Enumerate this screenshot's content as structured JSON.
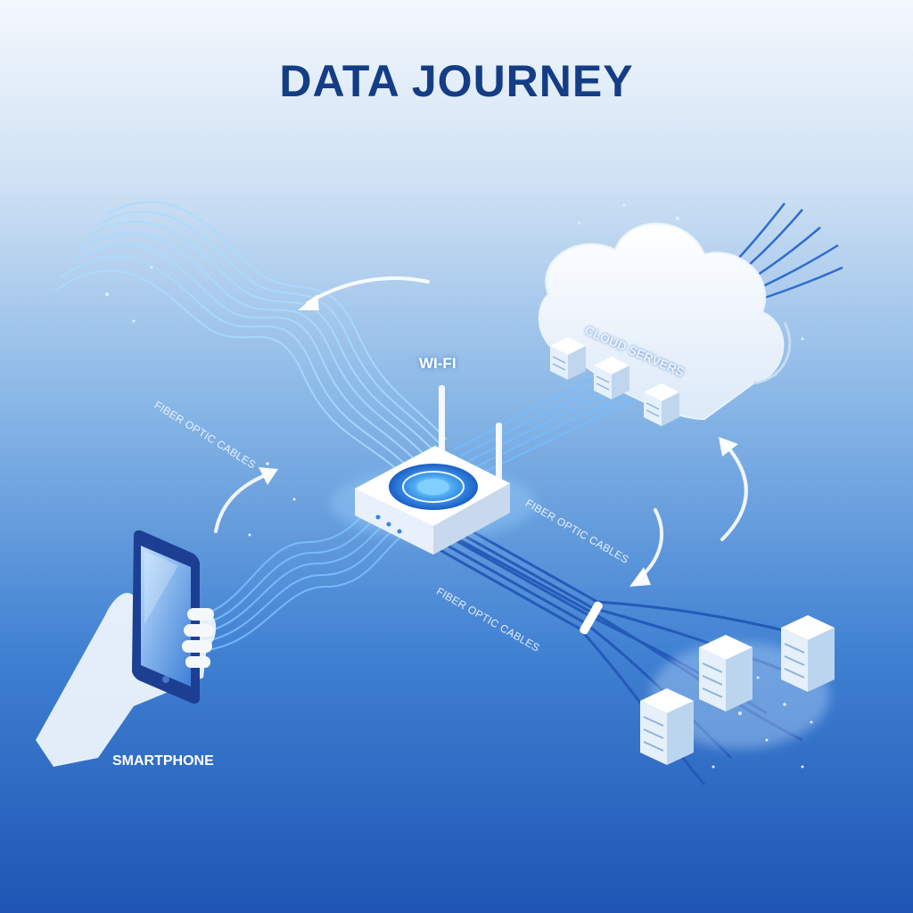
{
  "title": "DATA JOURNEY",
  "labels": {
    "wifi": "WI-FI",
    "cloud": "CLOUD SERVERS",
    "smartphone": "SMARTPHONE",
    "fiber_left": "FIBER OPTIC CABLES",
    "fiber_right": "FIBER OPTIC CABLES",
    "fiber_bottom": "FIBER OPTIC CABLES"
  },
  "icons": [
    "smartphone-icon",
    "hand-icon",
    "router-icon",
    "cloud-icon",
    "server-rack-icon",
    "arrow-icon",
    "fiber-cable-icon"
  ],
  "colors": {
    "title": "#143d86",
    "fiber_light": "#9fd6ff",
    "fiber_dark": "#1f4fb0",
    "router_ring": "#2f86e6",
    "server_glow": "#cfe6ff"
  }
}
